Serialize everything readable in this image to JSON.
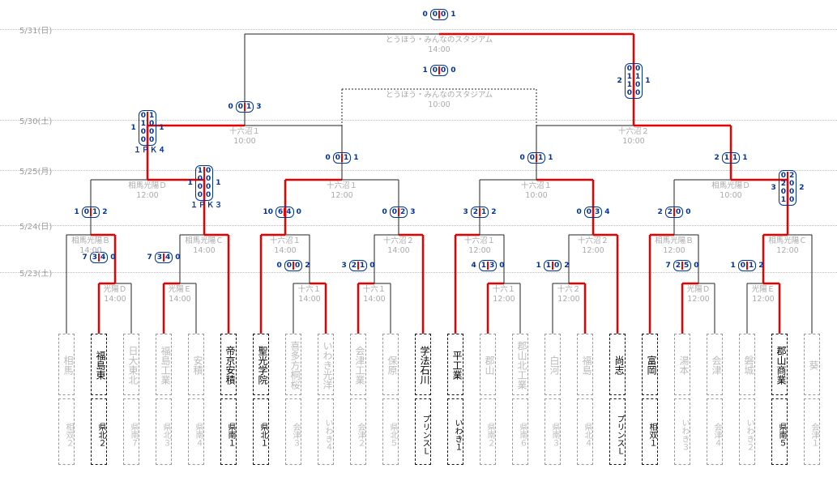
{
  "dates": [
    "5/31(日)",
    "5/30(土)",
    "5/25(月)",
    "5/24(日)",
    "5/23(土)"
  ],
  "teams": [
    {
      "name": "相馬",
      "region": "相双２",
      "win": false
    },
    {
      "name": "福島東",
      "region": "県北２",
      "win": true
    },
    {
      "name": "日大東北",
      "region": "県南７",
      "win": false
    },
    {
      "name": "福島工業",
      "region": "県北３",
      "win": false
    },
    {
      "name": "安積",
      "region": "県南４",
      "win": false
    },
    {
      "name": "帝京安積",
      "region": "県南１",
      "win": true
    },
    {
      "name": "聖光学院",
      "region": "県北１",
      "win": true
    },
    {
      "name": "喜多方桐桜",
      "region": "会津３",
      "win": false
    },
    {
      "name": "いわき光洋",
      "region": "いわき４",
      "win": false
    },
    {
      "name": "会津工業",
      "region": "会津２",
      "win": false
    },
    {
      "name": "保原",
      "region": "県北５",
      "win": false
    },
    {
      "name": "学法石川",
      "region": "プリンスＬ",
      "win": true
    },
    {
      "name": "平工業",
      "region": "いわき１",
      "win": true
    },
    {
      "name": "郡山",
      "region": "県南２",
      "win": false
    },
    {
      "name": "郡山北工業",
      "region": "県南６",
      "win": false
    },
    {
      "name": "白河",
      "region": "県南３",
      "win": false
    },
    {
      "name": "福島",
      "region": "県北４",
      "win": false
    },
    {
      "name": "尚志",
      "region": "プリンスＬ",
      "win": true
    },
    {
      "name": "富岡",
      "region": "相双１",
      "win": true
    },
    {
      "name": "湯本",
      "region": "いわき３",
      "win": false
    },
    {
      "name": "会津",
      "region": "会津４",
      "win": false
    },
    {
      "name": "磐城",
      "region": "いわき２",
      "win": false
    },
    {
      "name": "郡山商業",
      "region": "県南５",
      "win": true
    },
    {
      "name": "葵",
      "region": "会津１",
      "win": false
    }
  ],
  "matches": [
    {
      "venue": "光陽Ｄ",
      "time": "14:00",
      "left": "7",
      "right": "0",
      "h1": [
        "3"
      ],
      "h2": [
        "4"
      ],
      "pk": ""
    },
    {
      "venue": "光陽Ｅ",
      "time": "14:00",
      "left": "7",
      "right": "0",
      "h1": [
        "3"
      ],
      "h2": [
        "4"
      ],
      "pk": ""
    },
    {
      "venue": "十六１",
      "time": "14:00",
      "left": "0",
      "right": "2",
      "h1": [
        "0"
      ],
      "h2": [
        "0"
      ],
      "pk": ""
    },
    {
      "venue": "十六１",
      "time": "14:00",
      "left": "3",
      "right": "0",
      "h1": [
        "2"
      ],
      "h2": [
        "1"
      ],
      "pk": ""
    },
    {
      "venue": "十六１",
      "time": "12:00",
      "left": "4",
      "right": "0",
      "h1": [
        "1"
      ],
      "h2": [
        "3"
      ],
      "pk": ""
    },
    {
      "venue": "十六２",
      "time": "12:00",
      "left": "1",
      "right": "2",
      "h1": [
        "1"
      ],
      "h2": [
        "0"
      ],
      "pk": ""
    },
    {
      "venue": "光陽Ｄ",
      "time": "12:00",
      "left": "7",
      "right": "0",
      "h1": [
        "2"
      ],
      "h2": [
        "5"
      ],
      "pk": ""
    },
    {
      "venue": "光陽Ｅ",
      "time": "12:00",
      "left": "1",
      "right": "2",
      "h1": [
        "0"
      ],
      "h2": [
        "1"
      ],
      "pk": ""
    },
    {
      "venue": "相馬光陽Ｂ",
      "time": "14:00",
      "left": "1",
      "right": "2",
      "h1": [
        "0"
      ],
      "h2": [
        "1"
      ],
      "pk": ""
    },
    {
      "venue": "相馬光陽Ｃ",
      "time": "14:00",
      "left": "1",
      "right": "1",
      "h1": [
        "1",
        "0",
        "0",
        "0"
      ],
      "h2": [
        "0",
        "0",
        "0",
        "0"
      ],
      "pk": "１ＰＫ３"
    },
    {
      "venue": "十六沼１",
      "time": "14:00",
      "left": "10",
      "right": "0",
      "h1": [
        "6"
      ],
      "h2": [
        "4"
      ],
      "pk": ""
    },
    {
      "venue": "十六沼２",
      "time": "14:00",
      "left": "0",
      "right": "3",
      "h1": [
        "0"
      ],
      "h2": [
        "2"
      ],
      "pk": ""
    },
    {
      "venue": "十六沼１",
      "time": "12:00",
      "left": "3",
      "right": "2",
      "h1": [
        "2"
      ],
      "h2": [
        "1"
      ],
      "pk": ""
    },
    {
      "venue": "十六沼２",
      "time": "12:00",
      "left": "0",
      "right": "4",
      "h1": [
        "0"
      ],
      "h2": [
        "3"
      ],
      "pk": ""
    },
    {
      "venue": "相馬光陽Ｂ",
      "time": "12:00",
      "left": "2",
      "right": "0",
      "h1": [
        "2"
      ],
      "h2": [
        "0"
      ],
      "pk": ""
    },
    {
      "venue": "相馬光陽Ｃ",
      "time": "12:00",
      "left": "3",
      "right": "2",
      "h1": [
        "0",
        "2",
        "0",
        "1"
      ],
      "h2": [
        "2",
        "0",
        "0",
        "0"
      ],
      "pk": ""
    },
    {
      "venue": "相馬光陽Ｄ",
      "time": "12:00",
      "left": "1",
      "right": "1",
      "h1": [
        "0",
        "1",
        "0",
        "0"
      ],
      "h2": [
        "1",
        "0",
        "0",
        "0"
      ],
      "pk": "１ＰＫ４"
    },
    {
      "venue": "十六沼１",
      "time": "12:00",
      "left": "0",
      "right": "1",
      "h1": [
        "0"
      ],
      "h2": [
        "1"
      ],
      "pk": ""
    },
    {
      "venue": "十六沼１",
      "time": "10:00",
      "left": "0",
      "right": "1",
      "h1": [
        "0"
      ],
      "h2": [
        "1"
      ],
      "pk": ""
    },
    {
      "venue": "相馬光陽Ｄ",
      "time": "10:00",
      "left": "2",
      "right": "1",
      "h1": [
        "1"
      ],
      "h2": [
        "1"
      ],
      "pk": ""
    },
    {
      "venue": "十六沼１",
      "time": "10:00",
      "left": "0",
      "right": "3",
      "h1": [
        "0"
      ],
      "h2": [
        "1"
      ],
      "pk": ""
    },
    {
      "venue": "十六沼２",
      "time": "10:00",
      "left": "2",
      "right": "1",
      "h1": [
        "0",
        "1",
        "1",
        "0"
      ],
      "h2": [
        "0",
        "1",
        "0",
        "0"
      ],
      "pk": ""
    },
    {
      "venue": "とうほう・みんなのスタジアム",
      "time": "10:00",
      "left": "1",
      "right": "0",
      "h1": [
        "0"
      ],
      "h2": [
        "0"
      ],
      "pk": ""
    },
    {
      "venue": "とうほう・みんなのスタジアム",
      "time": "14:00",
      "left": "0",
      "right": "1",
      "h1": [
        "0"
      ],
      "h2": [
        "0"
      ],
      "pk": ""
    }
  ]
}
